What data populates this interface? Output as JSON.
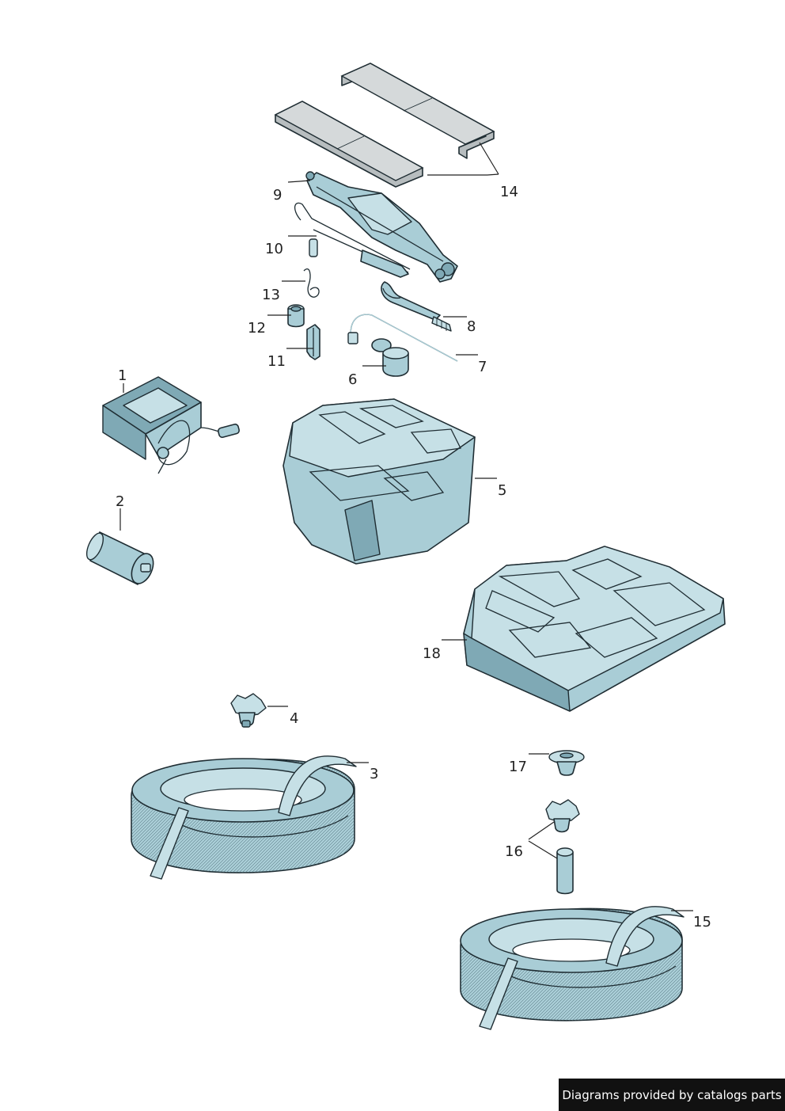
{
  "callouts": [
    {
      "id": "1",
      "label": "1"
    },
    {
      "id": "2",
      "label": "2"
    },
    {
      "id": "3",
      "label": "3"
    },
    {
      "id": "4",
      "label": "4"
    },
    {
      "id": "5",
      "label": "5"
    },
    {
      "id": "6",
      "label": "6"
    },
    {
      "id": "7",
      "label": "7"
    },
    {
      "id": "8",
      "label": "8"
    },
    {
      "id": "9",
      "label": "9"
    },
    {
      "id": "10",
      "label": "10"
    },
    {
      "id": "11",
      "label": "11"
    },
    {
      "id": "12",
      "label": "12"
    },
    {
      "id": "13",
      "label": "13"
    },
    {
      "id": "14",
      "label": "14"
    },
    {
      "id": "15",
      "label": "15"
    },
    {
      "id": "16",
      "label": "16"
    },
    {
      "id": "17",
      "label": "17"
    },
    {
      "id": "18",
      "label": "18"
    }
  ],
  "credit": "Diagrams provided by catalogs parts",
  "colors": {
    "part_fill": "#a9cdd6",
    "outline": "#1f2d33",
    "board_fill": "#b7bdbf",
    "credit_bg": "#111111"
  }
}
